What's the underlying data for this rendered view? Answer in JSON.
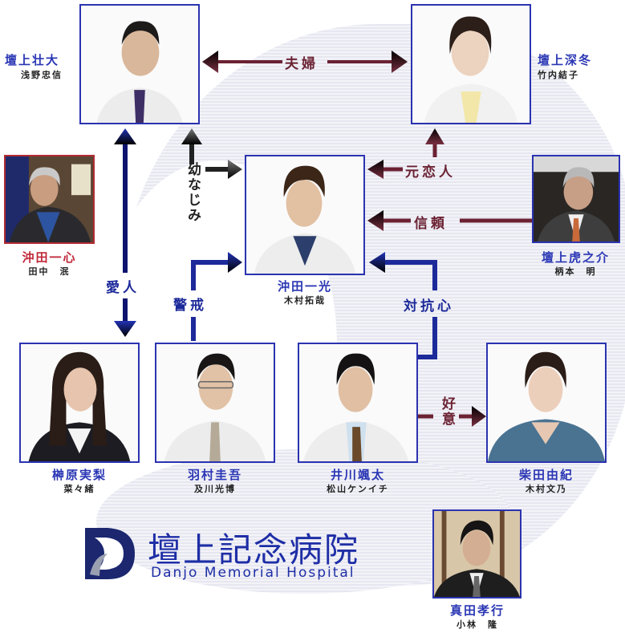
{
  "diagram": {
    "title_jp": "壇上記念病院",
    "title_en": "Danjo Memorial Hospital",
    "logo_icon": "hospital-logo-d-icon",
    "colors": {
      "frame_blue": "#2b33b0",
      "name_blue": "#2a36b4",
      "name_red": "#c0283a",
      "arrow_maroon": "#6b2233",
      "arrow_navy": "#1d2a9a",
      "arrow_gray": "#222222"
    },
    "characters": [
      {
        "id": "danjo-sota",
        "role": "壇上壮大",
        "actor": "浅野忠信"
      },
      {
        "id": "danjo-mifuyu",
        "role": "壇上深冬",
        "actor": "竹内結子"
      },
      {
        "id": "okita-isshin",
        "role": "沖田一心",
        "actor": "田中　泯"
      },
      {
        "id": "okita-kazumitsu",
        "role": "沖田一光",
        "actor": "木村拓哉"
      },
      {
        "id": "danjo-toranosuke",
        "role": "壇上虎之介",
        "actor": "柄本　明"
      },
      {
        "id": "sakakibara-miri",
        "role": "榊原実梨",
        "actor": "菜々緒"
      },
      {
        "id": "hamura-keigo",
        "role": "羽村圭吾",
        "actor": "及川光博"
      },
      {
        "id": "ikawa-sota",
        "role": "井川颯太",
        "actor": "松山ケンイチ"
      },
      {
        "id": "shibata-yuki",
        "role": "柴田由紀",
        "actor": "木村文乃"
      },
      {
        "id": "sanada-takayuki",
        "role": "真田孝行",
        "actor": "小林　隆"
      }
    ],
    "relations": [
      {
        "from": "danjo-sota",
        "to": "danjo-mifuyu",
        "label": "夫婦",
        "direction": "both"
      },
      {
        "from": "danjo-sota",
        "to": "okita-kazumitsu",
        "label": "幼なじみ",
        "direction": "both"
      },
      {
        "from": "danjo-mifuyu",
        "to": "okita-kazumitsu",
        "label": "元恋人",
        "direction": "both"
      },
      {
        "from": "danjo-toranosuke",
        "to": "okita-kazumitsu",
        "label": "信頼",
        "direction": "to"
      },
      {
        "from": "danjo-sota",
        "to": "sakakibara-miri",
        "label": "愛人",
        "direction": "both"
      },
      {
        "from": "hamura-keigo",
        "to": "okita-kazumitsu",
        "label": "警戒",
        "direction": "to"
      },
      {
        "from": "ikawa-sota",
        "to": "okita-kazumitsu",
        "label": "対抗心",
        "direction": "to"
      },
      {
        "from": "ikawa-sota",
        "to": "shibata-yuki",
        "label": "好意",
        "direction": "to"
      }
    ]
  }
}
